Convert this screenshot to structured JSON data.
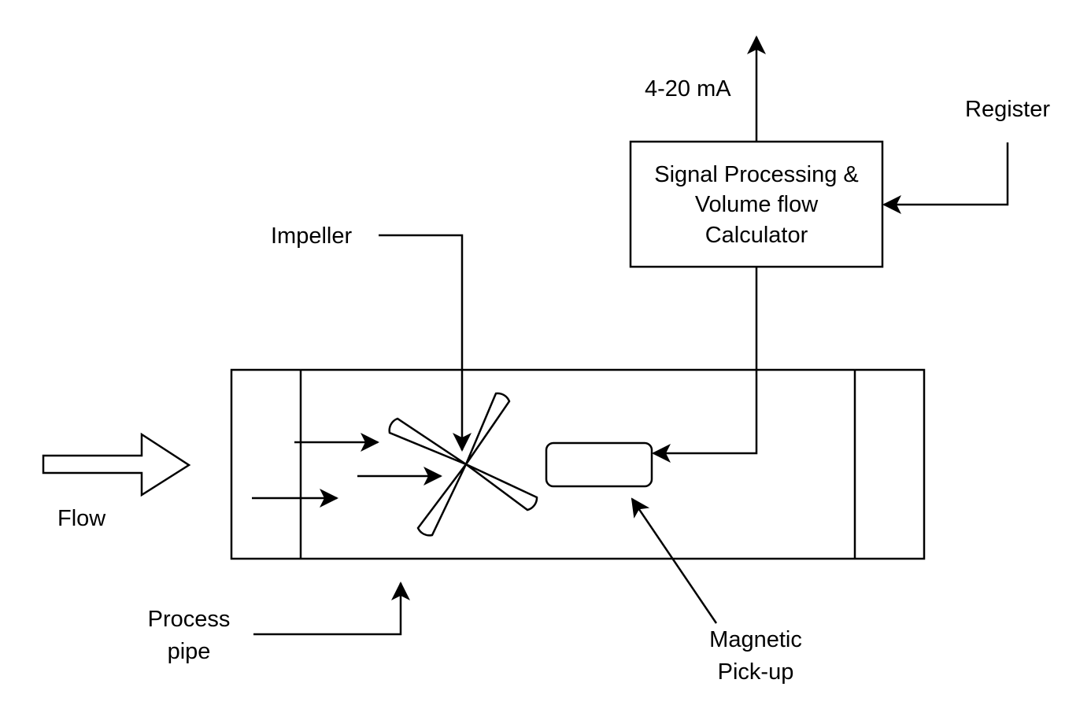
{
  "labels": {
    "output_signal": "4-20 mA",
    "register": "Register",
    "processor_line1": "Signal Processing &",
    "processor_line2": "Volume flow",
    "processor_line3": "Calculator",
    "impeller": "Impeller",
    "flow": "Flow",
    "process_pipe_line1": "Process",
    "process_pipe_line2": "pipe",
    "pickup_line1": "Magnetic",
    "pickup_line2": "Pick-up"
  }
}
